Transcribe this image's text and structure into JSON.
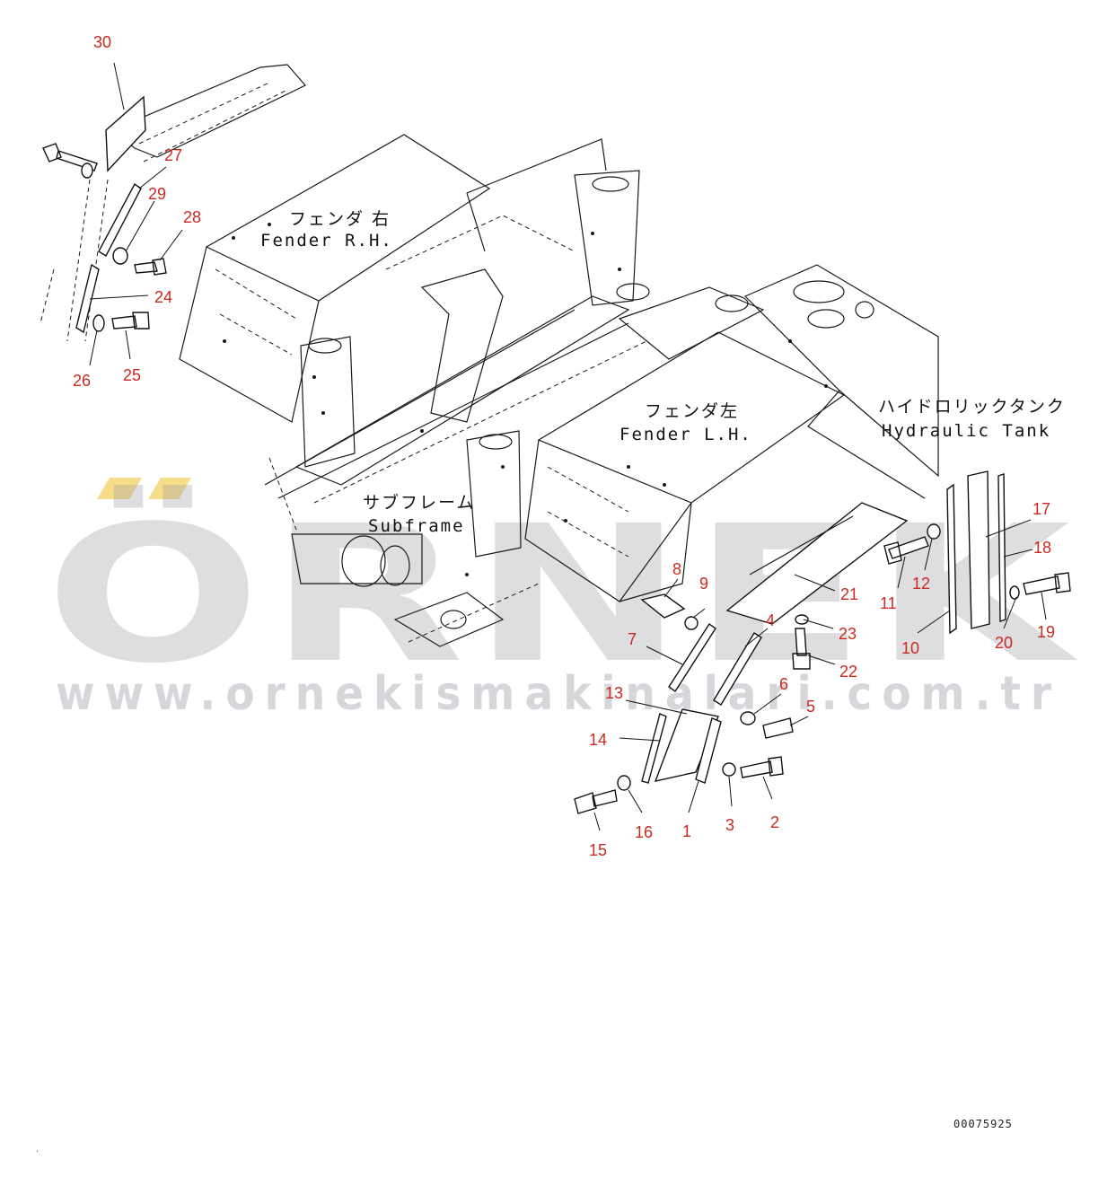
{
  "labels": {
    "fender_rh_jp": "フェンダ 右",
    "fender_rh_en": "Fender R.H.",
    "fender_lh_jp": "フェンダ左",
    "fender_lh_en": "Fender L.H.",
    "hydraulic_tank_jp": "ハイドロリックタンク",
    "hydraulic_tank_en": "Hydraulic Tank",
    "subframe_jp": "サブフレーム",
    "subframe_en": "Subframe"
  },
  "callouts": [
    "1",
    "2",
    "3",
    "4",
    "5",
    "6",
    "7",
    "8",
    "9",
    "10",
    "11",
    "12",
    "13",
    "14",
    "15",
    "16",
    "17",
    "18",
    "19",
    "20",
    "21",
    "22",
    "23",
    "24",
    "25",
    "26",
    "27",
    "28",
    "29",
    "30"
  ],
  "drawing_code": "00075925",
  "watermark": {
    "brand": "ÖRNEK",
    "url": "www.ornekismakinalari.com.tr",
    "accent_color": "#f2d56b",
    "text_color": "#9c9aa5"
  },
  "colors": {
    "callout": "#cc2a1f",
    "lines": "#1a1a1a"
  }
}
